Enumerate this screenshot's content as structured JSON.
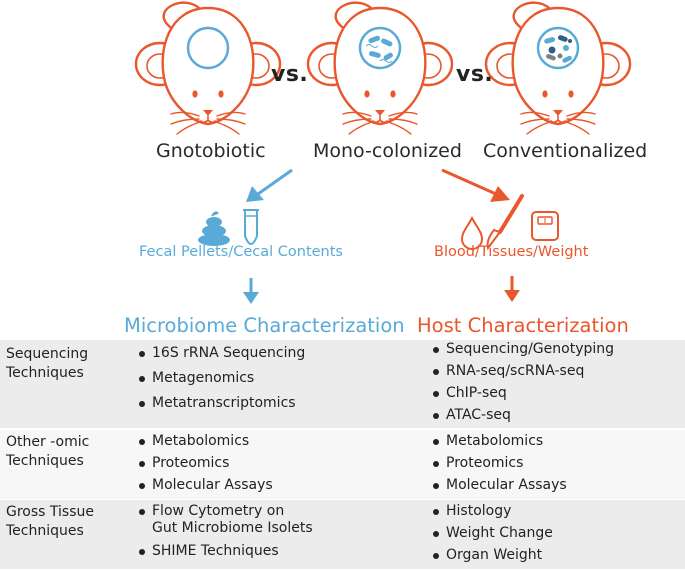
{
  "colors": {
    "blue": "#5aaad8",
    "orange": "#e9572c",
    "text": "#222222",
    "band": "#ececec"
  },
  "mice": [
    {
      "label": "Gnotobiotic",
      "icon": "empty-circle-icon"
    },
    {
      "label": "Mono-colonized",
      "icon": "single-microbe-icon"
    },
    {
      "label": "Conventionalized",
      "icon": "mixed-microbes-icon"
    }
  ],
  "vs_label": "vs.",
  "left_branch": {
    "sample_label": "Fecal Pellets/Cecal Contents",
    "heading": "Microbiome Characterization",
    "icons": [
      "fecal-pellet-icon",
      "tube-icon"
    ]
  },
  "right_branch": {
    "sample_label": "Blood/Tissues/Weight",
    "heading": "Host Characterization",
    "icons": [
      "blood-drop-icon",
      "scalpel-icon",
      "scale-icon"
    ]
  },
  "rows": [
    {
      "label": [
        "Sequencing",
        "Techniques"
      ],
      "microbiome": [
        "16S rRNA Sequencing",
        "Metagenomics",
        "Metatranscriptomics"
      ],
      "host": [
        "Sequencing/Genotyping",
        "RNA-seq/scRNA-seq",
        "ChIP-seq",
        "ATAC-seq"
      ]
    },
    {
      "label": [
        "Other -omic",
        "Techniques"
      ],
      "microbiome": [
        "Metabolomics",
        "Proteomics",
        "Molecular Assays"
      ],
      "host": [
        "Metabolomics",
        "Proteomics",
        "Molecular Assays"
      ]
    },
    {
      "label": [
        "Gross Tissue",
        "Techniques"
      ],
      "microbiome": [
        "Flow Cytometry on",
        "Gut Microbiome Isolets",
        "SHIME Techniques"
      ],
      "host": [
        "Histology",
        "Weight Change",
        "Organ Weight"
      ]
    }
  ]
}
